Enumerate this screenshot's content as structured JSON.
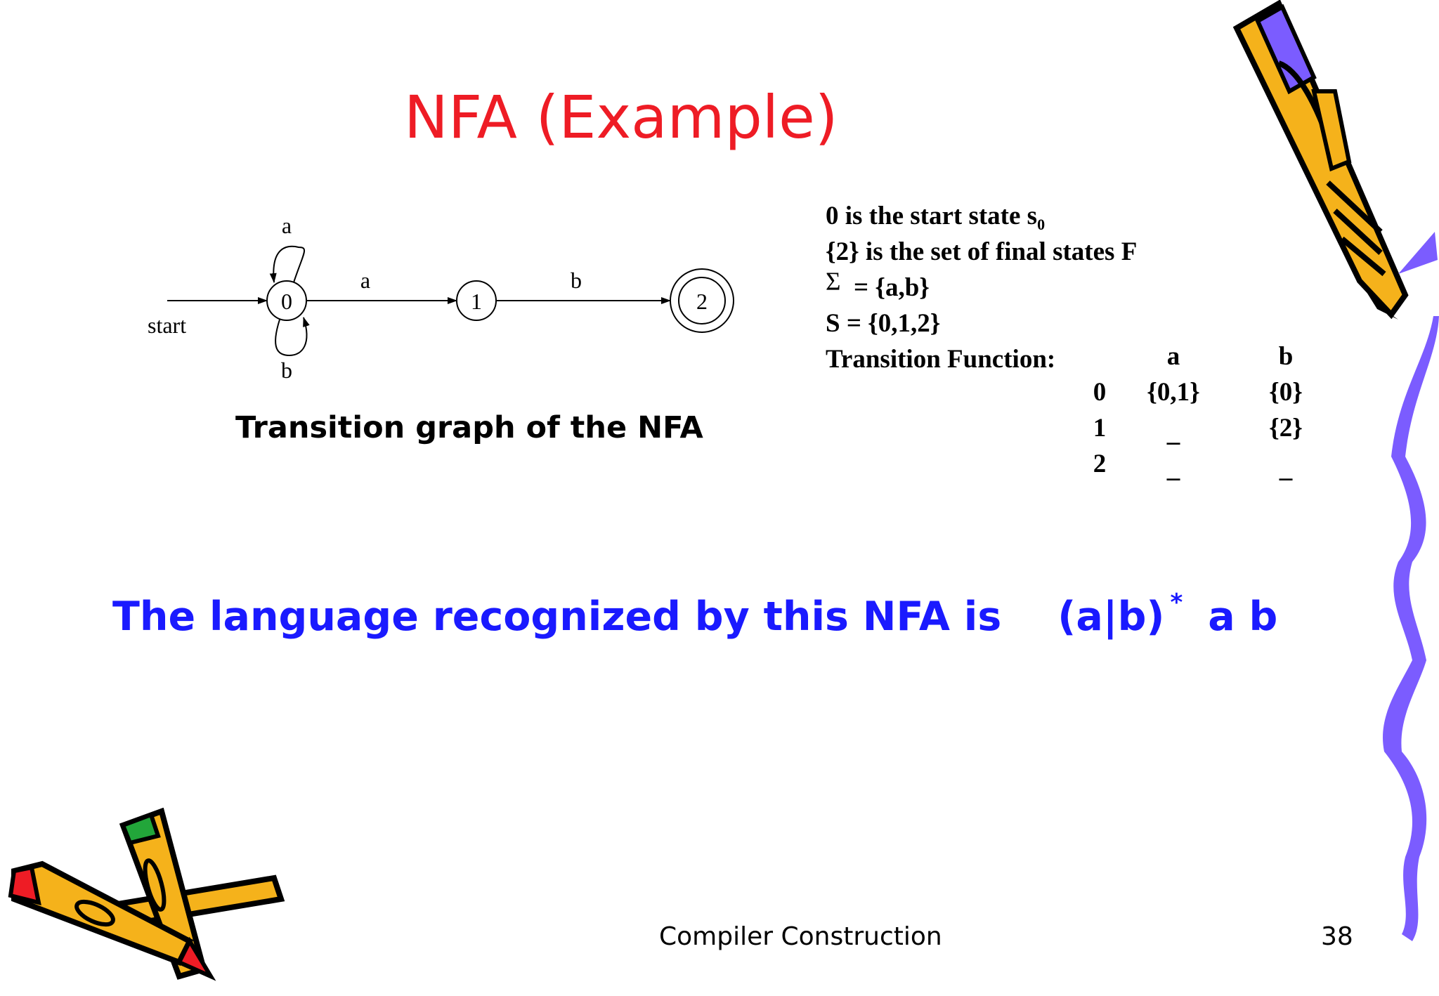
{
  "slide": {
    "title": "NFA (Example)",
    "graph_caption": "Transition graph of the NFA",
    "language_prefix": "The language recognized by this NFA is",
    "language_expr": "(a|b)",
    "language_star": "*",
    "language_suffix": "a b",
    "footer": "Compiler Construction",
    "page_number": "38"
  },
  "graph": {
    "start_label": "start",
    "states": [
      "0",
      "1",
      "2"
    ],
    "loop_top_label": "a",
    "loop_bottom_label": "b",
    "edge_0_1_label": "a",
    "edge_1_2_label": "b"
  },
  "definitions": {
    "start_state_text": "0  is the start state s",
    "start_state_sub": "0",
    "final_states": "{2} is the set of final states F",
    "sigma_symbol": "Σ",
    "sigma_value": "= {a,b}",
    "states_set": "S = {0,1,2}",
    "transition_label": "Transition Function:",
    "table": {
      "headers": [
        "a",
        "b"
      ],
      "rows": [
        {
          "state": "0",
          "a": "{0,1}",
          "b": "{0}"
        },
        {
          "state": "1",
          "a": "_",
          "b": "{2}"
        },
        {
          "state": "2",
          "a": "_",
          "b": "_"
        }
      ]
    }
  },
  "colors": {
    "title": "#ee1c25",
    "language": "#1a1aff",
    "pencil_body": "#f5b21b",
    "ribbon": "#7b5cff"
  }
}
